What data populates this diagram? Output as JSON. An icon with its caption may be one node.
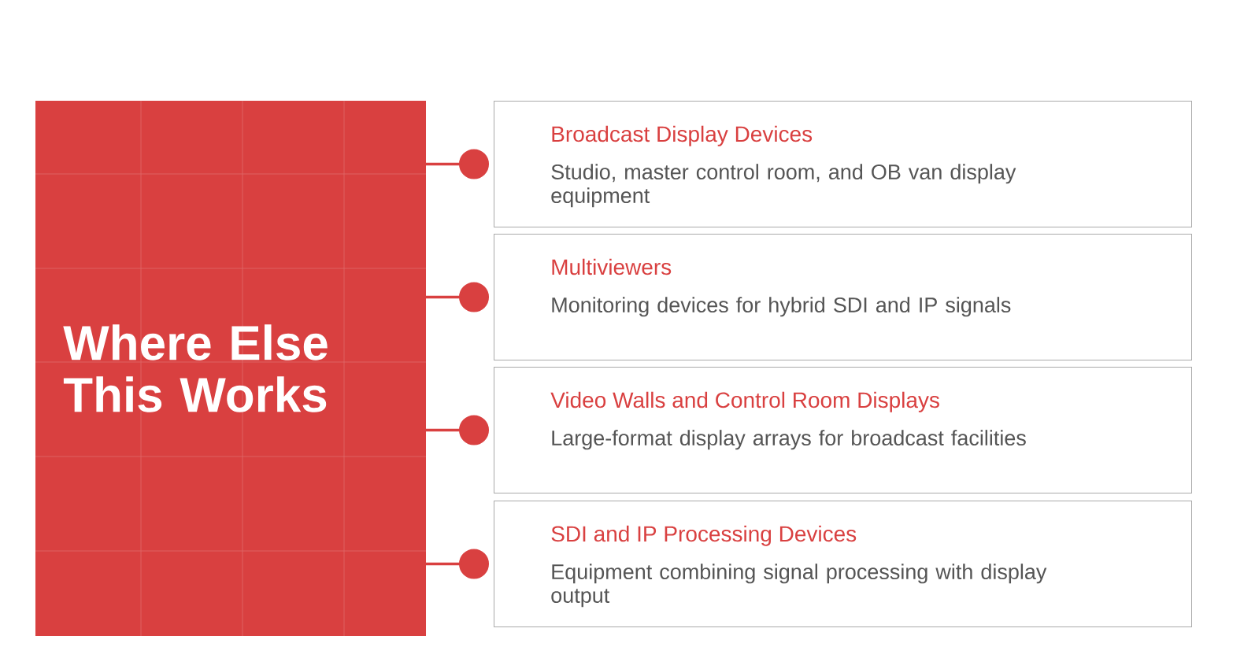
{
  "diagram": {
    "nodes": [
      {
        "text": [
          "Where Else This Works"
        ]
      },
      {
        "text": [
          "Broadcast Display Devices",
          "Studio, master control room, and OB van display equipment"
        ]
      },
      {
        "text": [
          "Multiviewers",
          "Monitoring devices for hybrid SDI and IP signals"
        ]
      },
      {
        "text": [
          "Video Walls and Control Room Displays",
          "Large-format display arrays for broadcast facilities"
        ]
      },
      {
        "text": [
          "SDI and IP Processing Devices",
          "Equipment combining signal processing with display output"
        ]
      }
    ],
    "edges": [
      {
        "from": 0,
        "to": 1,
        "arrow": "other"
      },
      {
        "from": 0,
        "to": 2,
        "arrow": "other"
      },
      {
        "from": 0,
        "to": 3,
        "arrow": "other"
      },
      {
        "from": 0,
        "to": 4,
        "arrow": "other"
      }
    ]
  }
}
